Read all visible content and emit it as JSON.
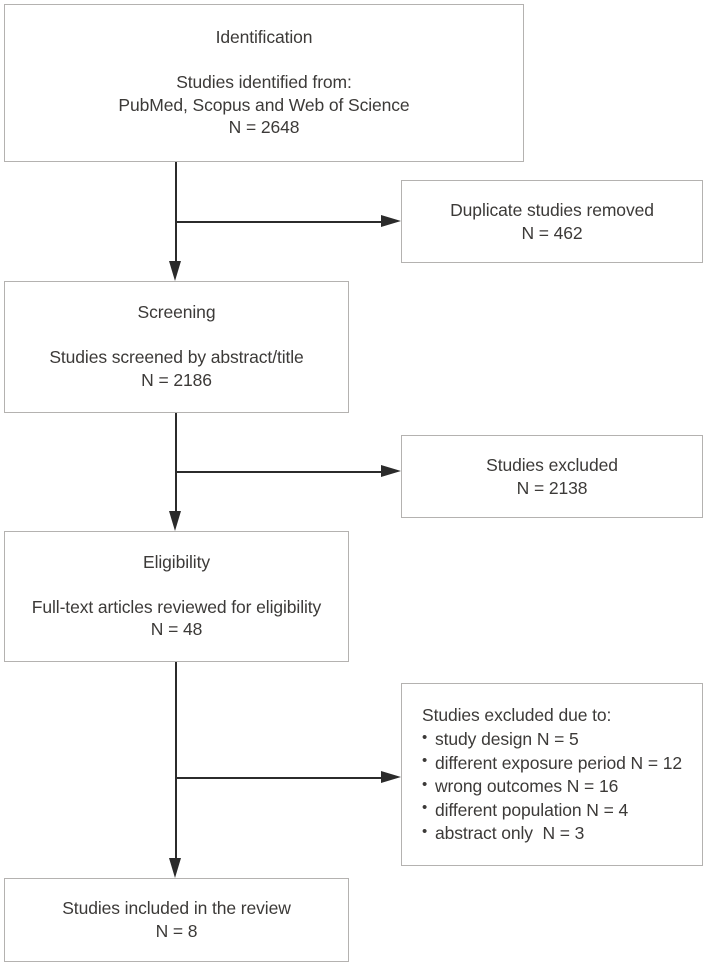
{
  "diagram": {
    "type": "prisma-flow-diagram",
    "colors": {
      "box_border": "#b4b2b0",
      "text": "#3c3a38",
      "connector": "#2b2b2b",
      "background": "#ffffff"
    },
    "stages": [
      {
        "id": "identification",
        "label": "Identification",
        "body": "Studies identified from:\nPubMed, Scopus and Web of Science\nN = 2648",
        "n": 2648
      },
      {
        "id": "screening",
        "label": "Screening",
        "body": "Studies screened by abstract/title\nN = 2186",
        "n": 2186
      },
      {
        "id": "eligibility",
        "label": "Eligibility",
        "body": "Full-text articles reviewed for eligibility\nN = 48",
        "n": 48
      },
      {
        "id": "included",
        "label": "",
        "body": "Studies included in the review\nN = 8",
        "n": 8
      }
    ],
    "side_boxes": [
      {
        "id": "duplicates-removed",
        "body": "Duplicate studies removed\nN = 462",
        "n": 462
      },
      {
        "id": "studies-excluded",
        "body": "Studies excluded\nN = 2138",
        "n": 2138
      }
    ],
    "exclusion_reasons": {
      "title": "Studies excluded due to:",
      "items": [
        {
          "label": "study design N = 5",
          "n": 5
        },
        {
          "label": "different exposure period N = 12",
          "n": 12
        },
        {
          "label": "wrong outcomes N = 16",
          "n": 16
        },
        {
          "label": "different population N = 4",
          "n": 4
        },
        {
          "label": "abstract only  N = 3",
          "n": 3
        }
      ]
    }
  }
}
